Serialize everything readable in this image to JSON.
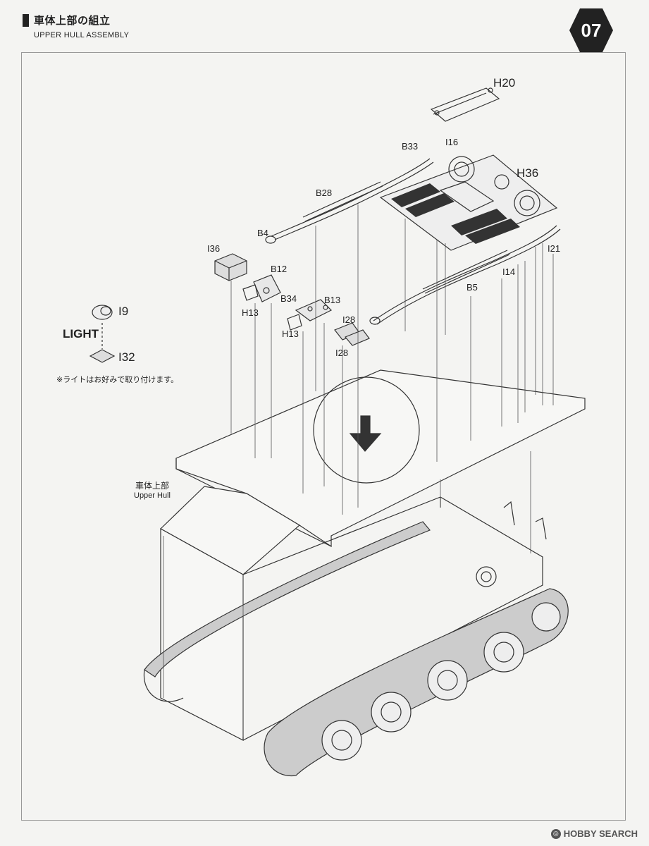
{
  "header": {
    "title_jp": "車体上部の組立",
    "title_en": "UPPER HULL ASSEMBLY",
    "step": "07"
  },
  "parts": {
    "H20": "H20",
    "I16": "I16",
    "B33": "B33",
    "H36": "H36",
    "B28": "B28",
    "B4": "B4",
    "I36": "I36",
    "B12": "B12",
    "I21": "I21",
    "I14": "I14",
    "B5": "B5",
    "B34": "B34",
    "B13": "B13",
    "H13a": "H13",
    "H13b": "H13",
    "I28a": "I28",
    "I28b": "I28",
    "I9": "I9",
    "I32": "I32"
  },
  "light_label": "LIGHT",
  "note": "※ライトはお好みで取り付けます。",
  "upper_hull": {
    "jp": "車体上部",
    "en": "Upper Hull"
  },
  "footer": {
    "brand": "HOBBY SEARCH"
  }
}
